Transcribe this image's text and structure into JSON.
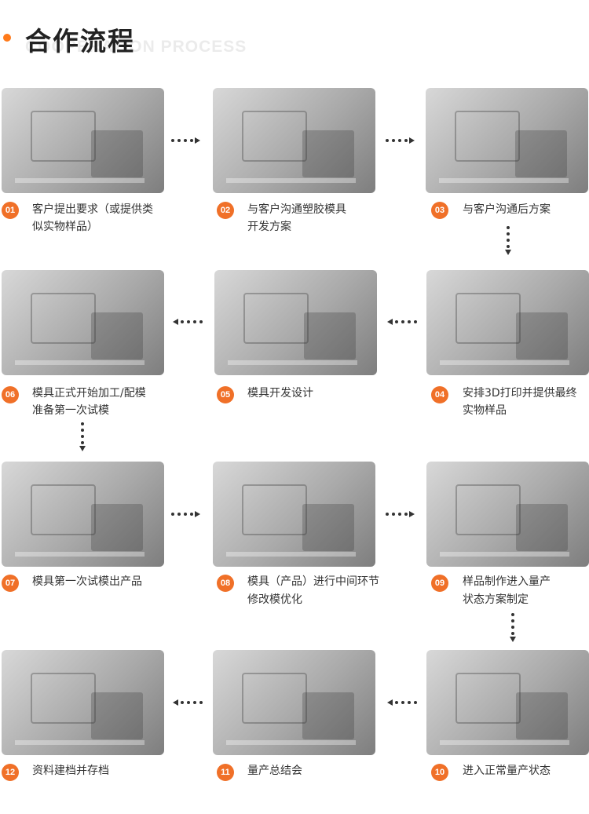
{
  "header": {
    "title": "合作流程",
    "subtitle": "COOPERATION PROCESS"
  },
  "steps": [
    {
      "num": "01",
      "line1": "客户提出要求（或提供类",
      "line2": "似实物样品）"
    },
    {
      "num": "02",
      "line1": "与客户沟通塑胶模具",
      "line2": "开发方案"
    },
    {
      "num": "03",
      "line1": "与客户沟通后方案",
      "line2": ""
    },
    {
      "num": "04",
      "line1": "安排3D打印并提供最终",
      "line2": "实物样品"
    },
    {
      "num": "05",
      "line1": "模具开发设计",
      "line2": ""
    },
    {
      "num": "06",
      "line1": "模具正式开始加工/配模",
      "line2": "准备第一次试模"
    },
    {
      "num": "07",
      "line1": "模具第一次试模出产品",
      "line2": ""
    },
    {
      "num": "08",
      "line1": "模具（产品）进行中间环节",
      "line2": "修改模优化"
    },
    {
      "num": "09",
      "line1": "样品制作进入量产",
      "line2": "状态方案制定"
    },
    {
      "num": "10",
      "line1": "进入正常量产状态",
      "line2": ""
    },
    {
      "num": "11",
      "line1": "量产总结会",
      "line2": ""
    },
    {
      "num": "12",
      "line1": "资料建档并存档",
      "line2": ""
    }
  ],
  "colors": {
    "accent": "#f07028",
    "dot": "#ff7a1a"
  }
}
